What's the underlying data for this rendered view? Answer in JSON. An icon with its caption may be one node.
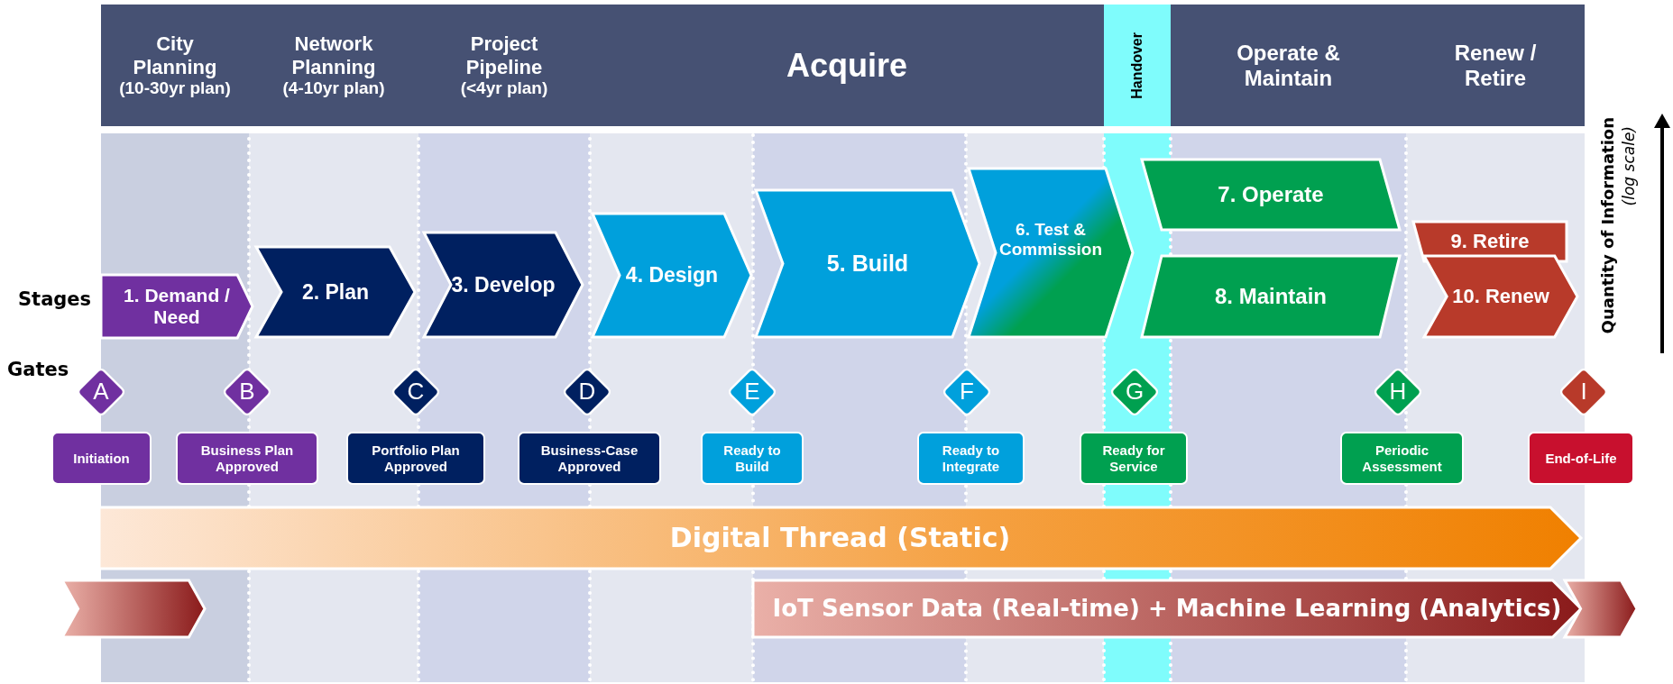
{
  "diagram": {
    "nodes": [
      {
        "text": [
          "City Planning",
          "(10-30yr plan)"
        ]
      },
      {
        "text": [
          "Network Planning",
          "(4-10yr plan)"
        ]
      },
      {
        "text": [
          "Project Pipeline",
          "(<4yr plan)"
        ]
      },
      {
        "text": [
          "Acquire"
        ]
      },
      {
        "text": [
          "Handover"
        ]
      },
      {
        "text": [
          "Operate & Maintain"
        ]
      },
      {
        "text": [
          "Renew / Retire"
        ]
      },
      {
        "text": [
          "1. Demand / Need"
        ]
      },
      {
        "text": [
          "2. Plan"
        ]
      },
      {
        "text": [
          "3. Develop"
        ]
      },
      {
        "text": [
          "4. Design"
        ]
      },
      {
        "text": [
          "5. Build"
        ]
      },
      {
        "text": [
          "6. Test & Commission"
        ]
      },
      {
        "text": [
          "7. Operate"
        ]
      },
      {
        "text": [
          "8. Maintain"
        ]
      },
      {
        "text": [
          "9. Retire"
        ]
      },
      {
        "text": [
          "10. Renew"
        ]
      },
      {
        "text": [
          "A"
        ]
      },
      {
        "text": [
          "B"
        ]
      },
      {
        "text": [
          "C"
        ]
      },
      {
        "text": [
          "D"
        ]
      },
      {
        "text": [
          "E"
        ]
      },
      {
        "text": [
          "F"
        ]
      },
      {
        "text": [
          "G"
        ]
      },
      {
        "text": [
          "H"
        ]
      },
      {
        "text": [
          "I"
        ]
      },
      {
        "text": [
          "Initiation"
        ]
      },
      {
        "text": [
          "Business Plan Approved"
        ]
      },
      {
        "text": [
          "Portfolio Plan Approved"
        ]
      },
      {
        "text": [
          "Business-Case Approved"
        ]
      },
      {
        "text": [
          "Ready to Build"
        ]
      },
      {
        "text": [
          "Ready to Integrate"
        ]
      },
      {
        "text": [
          "Ready for Service"
        ]
      },
      {
        "text": [
          "Periodic Assessment"
        ]
      },
      {
        "text": [
          "End-of-Life"
        ]
      },
      {
        "text": [
          "Digital Thread (Static)"
        ]
      },
      {
        "text": [],
        "shape": "chevron"
      },
      {
        "text": [
          "IoT Sensor Data (Real-time) + Machine Learning (Analytics)"
        ]
      },
      {
        "text": [],
        "shape": "chevron"
      }
    ],
    "edges": [],
    "labels": [
      "Stages",
      "Gates",
      "Quantity of Information",
      "(log scale)"
    ]
  }
}
